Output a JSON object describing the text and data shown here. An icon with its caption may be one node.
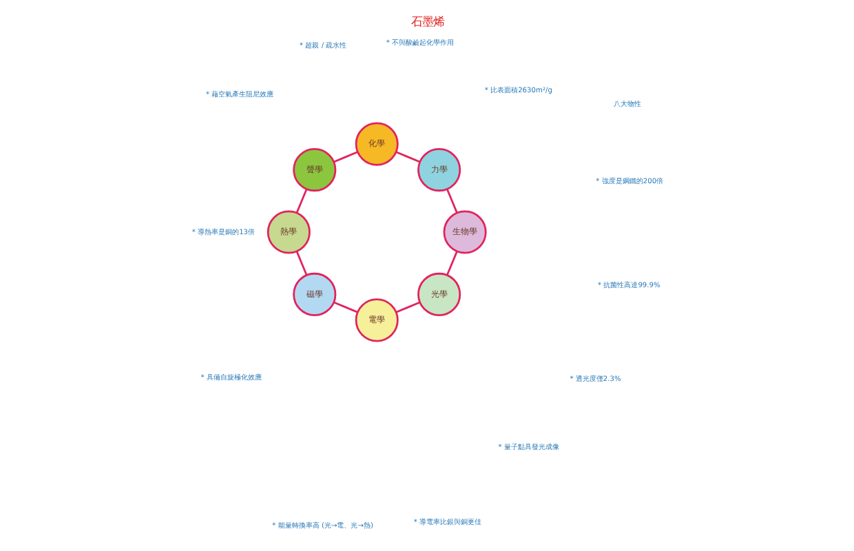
{
  "diagram": {
    "title": "石墨烯",
    "nodes": [
      {
        "text": [
          "光學"
        ]
      },
      {
        "text": [
          "電學"
        ]
      },
      {
        "text": [
          "磁學"
        ]
      },
      {
        "text": [
          "熱學"
        ]
      },
      {
        "text": [
          "聲學"
        ]
      },
      {
        "text": [
          "化學"
        ]
      },
      {
        "text": [
          "力學"
        ]
      },
      {
        "text": [
          "生物學"
        ]
      }
    ],
    "edges": [
      {
        "from": 0,
        "to": 1,
        "arrow": "none"
      },
      {
        "from": 1,
        "to": 2,
        "arrow": "none"
      },
      {
        "from": 2,
        "to": 3,
        "arrow": "none"
      },
      {
        "from": 3,
        "to": 4,
        "arrow": "none"
      },
      {
        "from": 4,
        "to": 5,
        "arrow": "none"
      },
      {
        "from": 5,
        "to": 6,
        "arrow": "none"
      },
      {
        "from": 6,
        "to": 7,
        "arrow": "none"
      },
      {
        "from": 7,
        "to": 0,
        "arrow": "none"
      }
    ],
    "labels": [
      "* 量子點具發光成像",
      "* 透光度僅2.3%",
      "* 能量轉換率高 (光→電、光→熱)",
      "* 抗菌性高達99.9%",
      "* 導電率比銀與銅更佳",
      "* 強度是鋼鐵的200倍",
      "八大物性",
      "* 具備自旋極化效應",
      "* 比表面積2630m²/g",
      "* 導熱率是銅的13倍",
      "* 不與酸鹼起化學作用",
      "* 藉空氣產生阻尼效應",
      "* 超親 / 疏水性"
    ]
  }
}
